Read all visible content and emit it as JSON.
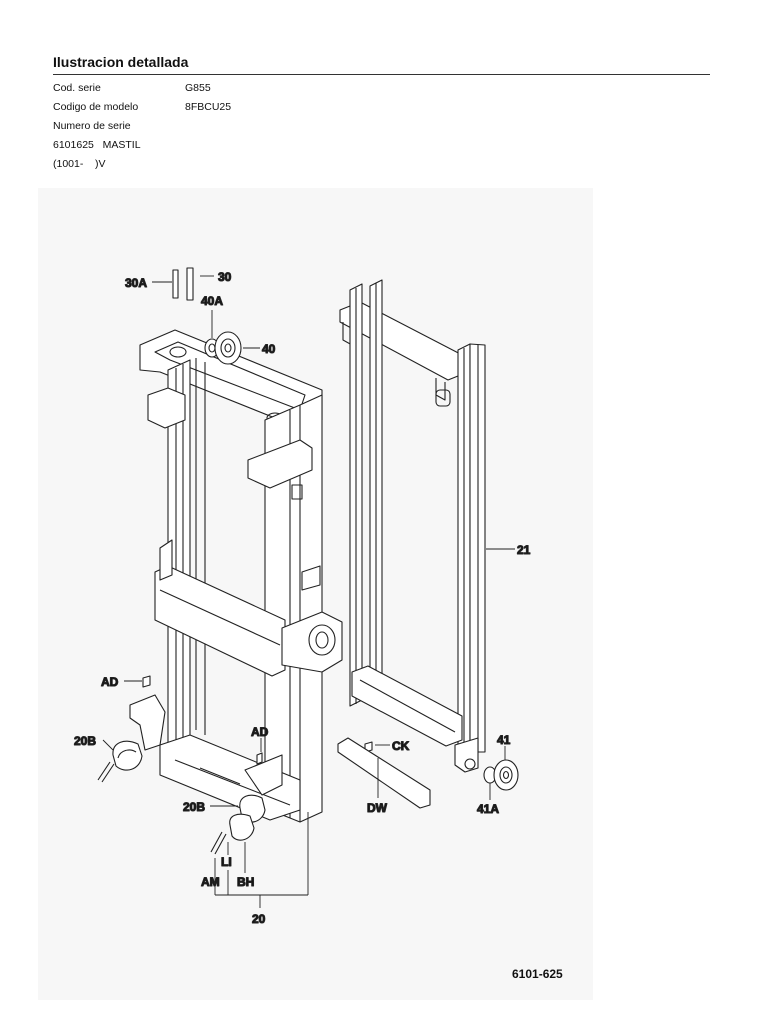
{
  "header": {
    "title": "Ilustracion detallada",
    "fields": [
      {
        "label": "Cod. serie",
        "value": "G855"
      },
      {
        "label": "Codigo de modelo",
        "value": "8FBCU25"
      },
      {
        "label": "Numero de serie",
        "value": ""
      }
    ],
    "part_line": "6101625   MASTIL",
    "range_line": "(1001-    )V"
  },
  "callouts": {
    "c30A": "30A",
    "c30": "30",
    "c40A": "40A",
    "c40": "40",
    "c21": "21",
    "cAD1": "AD",
    "cAD2": "AD",
    "c20B1": "20B",
    "c20B2": "20B",
    "cCK": "CK",
    "cDW": "DW",
    "c41": "41",
    "c41A": "41A",
    "cLI": "LI",
    "cAM": "AM",
    "cBH": "BH",
    "c20": "20"
  },
  "footer": {
    "doc_number": "6101-625"
  }
}
